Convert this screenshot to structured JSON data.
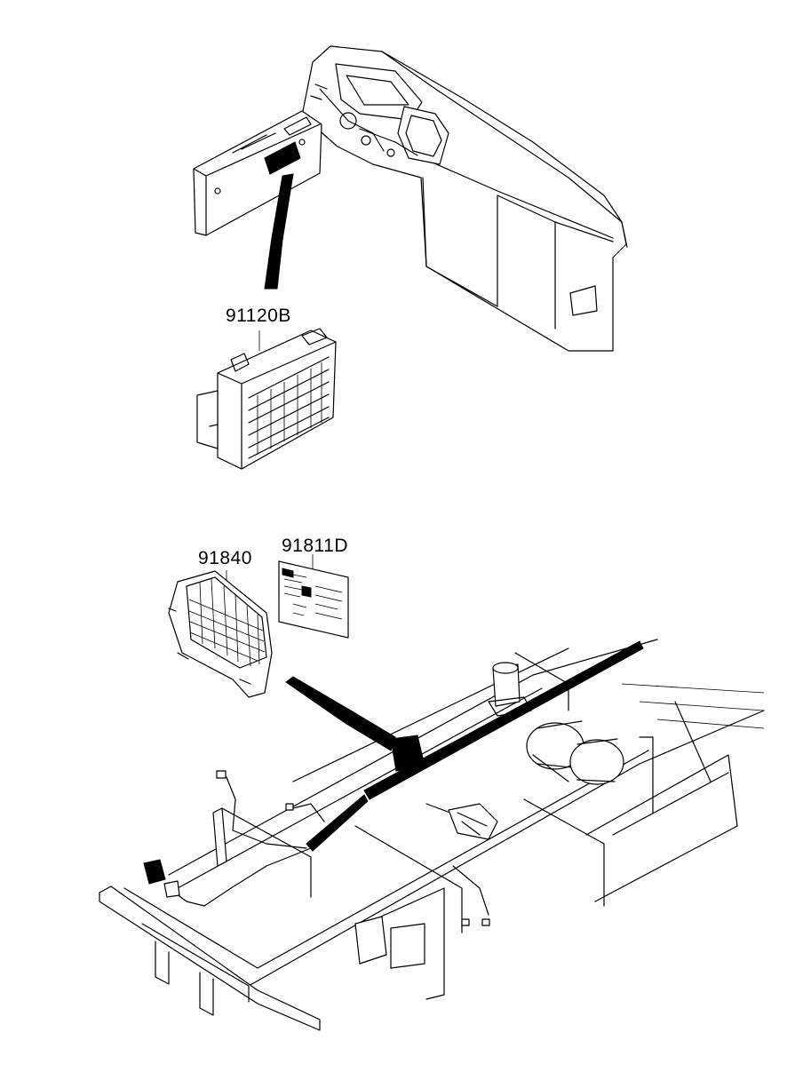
{
  "diagram": {
    "parts": [
      {
        "id": "fuse-block",
        "number": "91120B"
      },
      {
        "id": "relay-box",
        "number": "91840"
      },
      {
        "id": "label-plate",
        "number": "91811D"
      }
    ]
  }
}
